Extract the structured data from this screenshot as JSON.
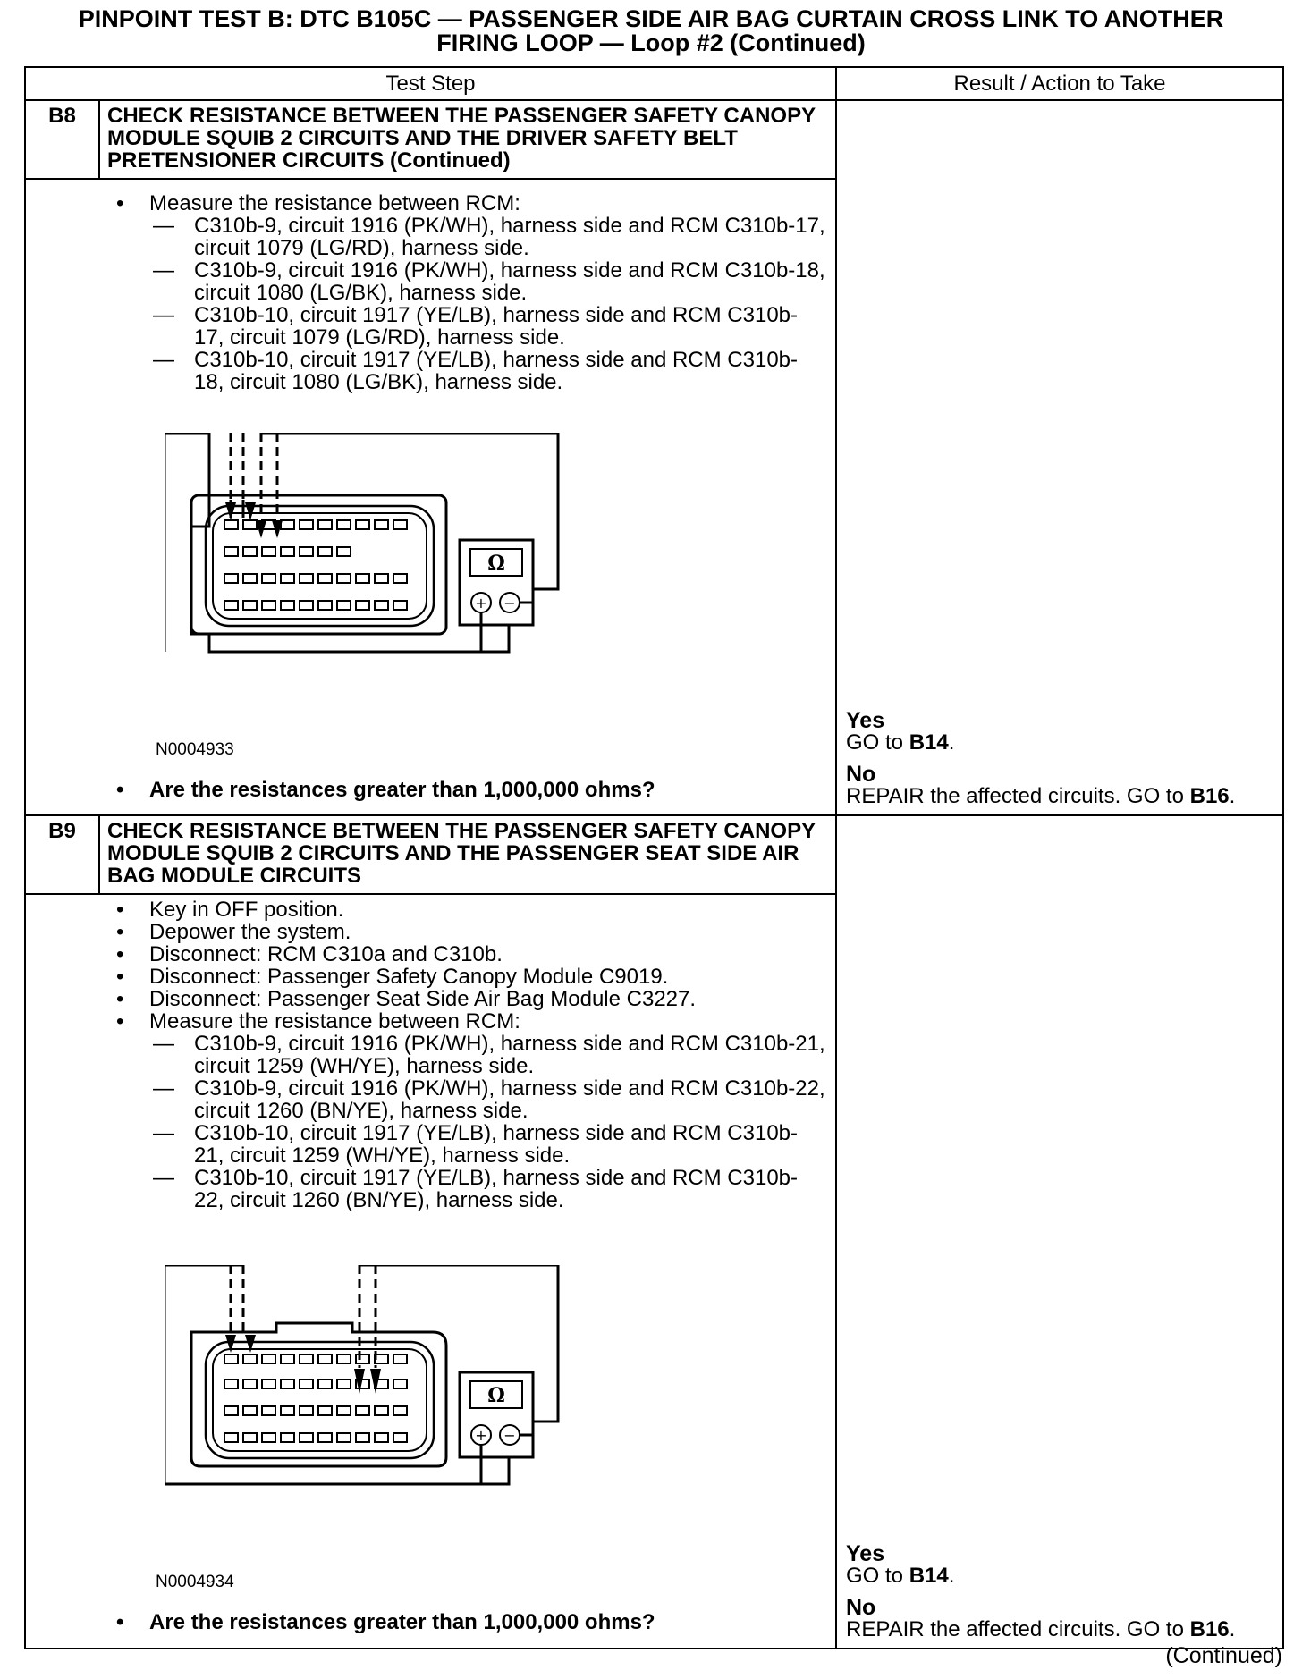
{
  "title": {
    "line1": "PINPOINT TEST  B: DTC B105C — PASSENGER SIDE AIR BAG CURTAIN CROSS LINK TO ANOTHER",
    "line2": "FIRING LOOP — Loop #2 (Continued)"
  },
  "table": {
    "col_test_step": "Test Step",
    "col_result": "Result / Action to Take"
  },
  "steps": [
    {
      "id": "B8",
      "title": "CHECK RESISTANCE BETWEEN THE PASSENGER SAFETY CANOPY MODULE SQUIB 2 CIRCUITS AND THE DRIVER SAFETY BELT PRETENSIONER CIRCUITS (Continued)",
      "bullets": [
        {
          "text": "Measure the resistance between RCM:",
          "subitems": [
            "C310b-9, circuit 1916 (PK/WH), harness side and RCM C310b-17, circuit 1079 (LG/RD), harness side.",
            "C310b-9, circuit 1916 (PK/WH), harness side and RCM C310b-18, circuit 1080 (LG/BK), harness side.",
            "C310b-10, circuit 1917 (YE/LB), harness side and RCM C310b-17, circuit 1079 (LG/RD), harness side.",
            "C310b-10, circuit 1917 (YE/LB), harness side and RCM C310b-18, circuit 1080 (LG/BK), harness side."
          ]
        }
      ],
      "meter_symbol": "Ω",
      "meter_plus": "+",
      "meter_minus": "−",
      "figure_id": "N0004933",
      "question": "Are the resistances greater than 1,000,000 ohms?",
      "yes_label": "Yes",
      "yes_action_prefix": "GO to ",
      "yes_target": "B14",
      "yes_action_suffix": ".",
      "no_label": "No",
      "no_action_prefix": "REPAIR the affected circuits. GO to ",
      "no_target": "B16",
      "no_action_suffix": "."
    },
    {
      "id": "B9",
      "title": "CHECK RESISTANCE BETWEEN THE PASSENGER SAFETY CANOPY MODULE SQUIB 2 CIRCUITS AND THE PASSENGER SEAT SIDE AIR BAG MODULE CIRCUITS",
      "bullets": [
        {
          "text": "Key in OFF position."
        },
        {
          "text": "Depower the system."
        },
        {
          "text": "Disconnect: RCM C310a and C310b."
        },
        {
          "text": "Disconnect: Passenger Safety Canopy Module C9019."
        },
        {
          "text": "Disconnect: Passenger Seat Side Air Bag Module C3227."
        },
        {
          "text": "Measure the resistance between RCM:",
          "subitems": [
            "C310b-9, circuit 1916 (PK/WH), harness side and RCM C310b-21, circuit 1259 (WH/YE), harness side.",
            "C310b-9, circuit 1916 (PK/WH), harness side and RCM C310b-22, circuit 1260 (BN/YE), harness side.",
            "C310b-10, circuit 1917 (YE/LB), harness side and RCM C310b-21, circuit 1259 (WH/YE), harness side.",
            "C310b-10, circuit 1917 (YE/LB), harness side and RCM C310b-22, circuit 1260 (BN/YE), harness side."
          ]
        }
      ],
      "meter_symbol": "Ω",
      "meter_plus": "+",
      "meter_minus": "−",
      "figure_id": "N0004934",
      "question": "Are the resistances greater than 1,000,000 ohms?",
      "yes_label": "Yes",
      "yes_action_prefix": "GO to ",
      "yes_target": "B14",
      "yes_action_suffix": ".",
      "no_label": "No",
      "no_action_prefix": "REPAIR the affected circuits. GO to ",
      "no_target": "B16",
      "no_action_suffix": "."
    }
  ],
  "footer": {
    "continued": "(Continued)"
  }
}
